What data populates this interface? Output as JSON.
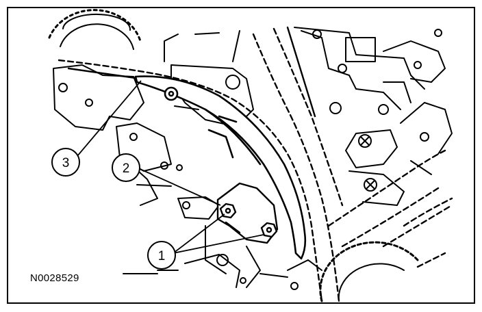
{
  "figure": {
    "id": "N0028529"
  },
  "callouts": [
    {
      "label": "1",
      "meaning": ""
    },
    {
      "label": "2",
      "meaning": ""
    },
    {
      "label": "3",
      "meaning": ""
    }
  ],
  "colors": {
    "ink": "#000000",
    "paper": "#ffffff"
  }
}
